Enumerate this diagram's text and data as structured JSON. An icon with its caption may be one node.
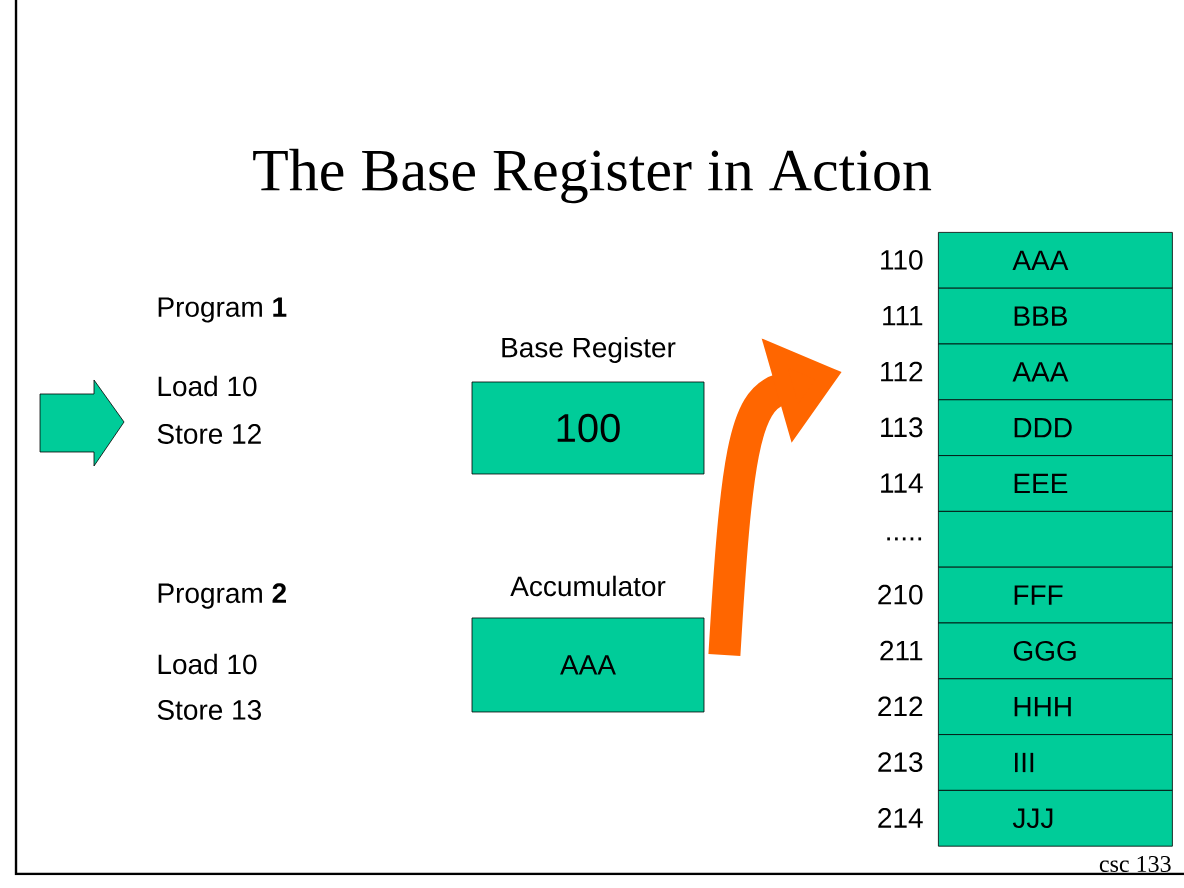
{
  "diagram": {
    "title": "The Base Register in Action",
    "nodes": [
      {
        "text": [
          "Base Register",
          "100"
        ]
      },
      {
        "text": [
          "Accumulator",
          "AAA"
        ]
      },
      {
        "text": [
          "AAA"
        ],
        "beside": [
          "110"
        ]
      },
      {
        "text": [
          "BBB"
        ],
        "beside": [
          "111"
        ]
      },
      {
        "text": [
          "AAA"
        ],
        "beside": [
          "112"
        ]
      },
      {
        "text": [
          "DDD"
        ],
        "beside": [
          "113"
        ]
      },
      {
        "text": [
          "EEE"
        ],
        "beside": [
          "114"
        ]
      },
      {
        "text": [],
        "shape": "box",
        "beside": [
          "....."
        ]
      },
      {
        "text": [
          "FFF"
        ],
        "beside": [
          "210"
        ]
      },
      {
        "text": [
          "GGG"
        ],
        "beside": [
          "211"
        ]
      },
      {
        "text": [
          "HHH"
        ],
        "beside": [
          "212"
        ]
      },
      {
        "text": [
          "III"
        ],
        "beside": [
          "213"
        ]
      },
      {
        "text": [
          "JJJ"
        ],
        "beside": [
          "214"
        ]
      }
    ],
    "edges": [
      {
        "from": 1,
        "to": 4,
        "arrow": "to"
      }
    ],
    "labels": [
      "Program **1**",
      "Load 10",
      "Store 12",
      "Program **2**",
      "Load 10",
      "Store 13",
      "csc 133"
    ]
  }
}
